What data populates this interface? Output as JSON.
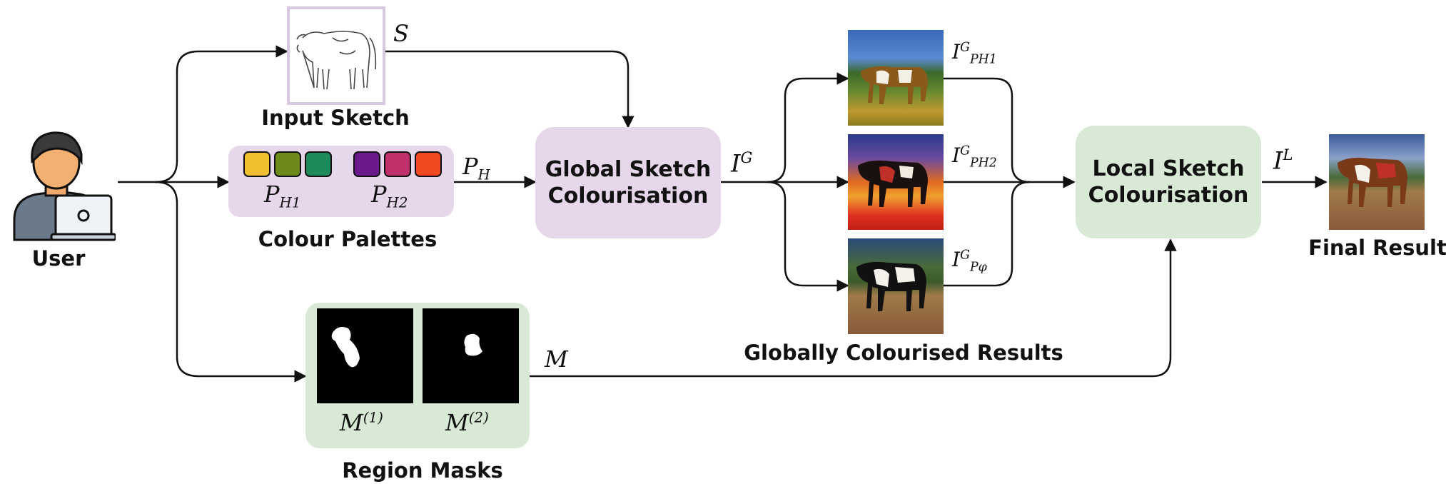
{
  "nodes": {
    "user": "User",
    "input_sketch": "Input Sketch",
    "colour_palettes": "Colour Palettes",
    "global": {
      "line1": "Global Sketch",
      "line2": "Colourisation"
    },
    "local": {
      "line1": "Local Sketch",
      "line2": "Colourisation"
    },
    "globally_results": "Globally Colourised Results",
    "region_masks": "Region Masks",
    "final_result": "Final Result"
  },
  "symbols": {
    "sketch": "S",
    "palette": {
      "base": "P",
      "sub": "H"
    },
    "palette1": {
      "base": "P",
      "sub": "H1"
    },
    "palette2": {
      "base": "P",
      "sub": "H2"
    },
    "global_out": {
      "base": "I",
      "sup": "G"
    },
    "result1": {
      "base": "I",
      "sup": "G",
      "sub": "PH1"
    },
    "result2": {
      "base": "I",
      "sup": "G",
      "sub": "PH2"
    },
    "result3": {
      "base": "I",
      "sup": "G",
      "sub": "Pφ"
    },
    "masks": "M",
    "mask1": {
      "base": "M",
      "sup": "(1)"
    },
    "mask2": {
      "base": "M",
      "sup": "(2)"
    },
    "local_out": {
      "base": "I",
      "sup": "L"
    }
  },
  "colors": {
    "palette1": [
      "#f0c030",
      "#6e8b1a",
      "#1e8a5a"
    ],
    "palette2": [
      "#6a1a8a",
      "#c0306a",
      "#f04820"
    ],
    "global_box": "#e6d7ea",
    "local_box": "#d8ead6"
  }
}
